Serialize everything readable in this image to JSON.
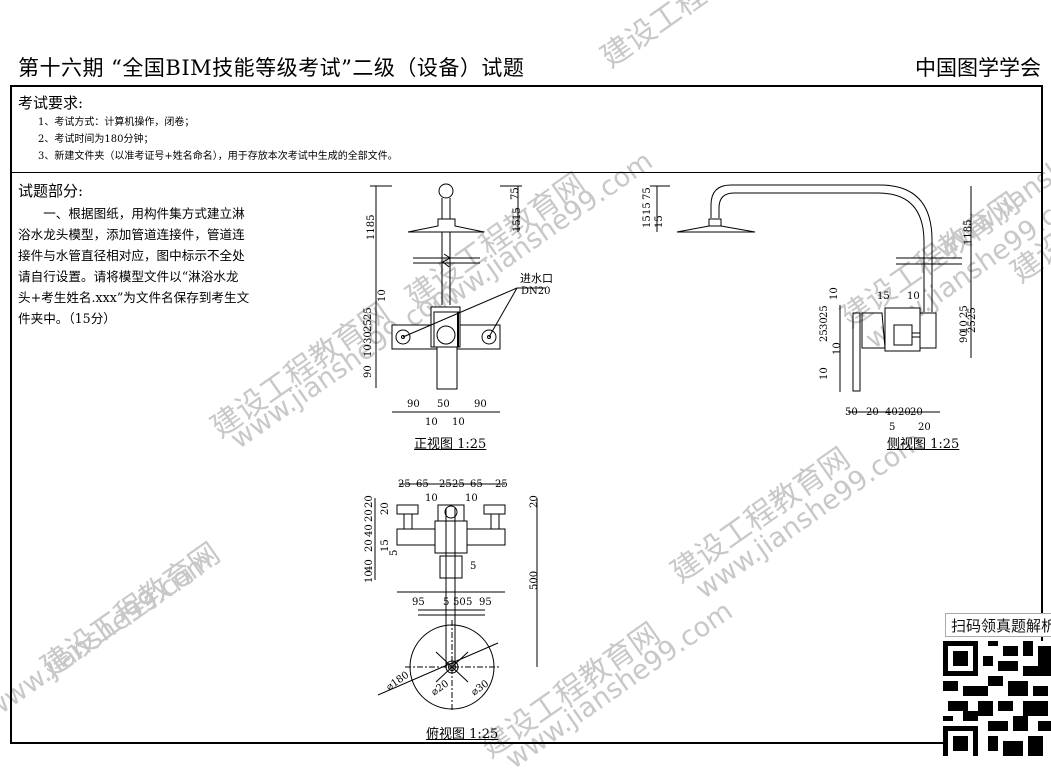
{
  "header": {
    "title": "第十六期 “全国BIM技能等级考试”二级（设备）试题",
    "organization": "中国图学学会"
  },
  "requirements": {
    "heading": "考试要求:",
    "items": [
      "1、考试方式：计算机操作，闭卷；",
      "2、考试时间为180分钟；",
      "3、新建文件夹（以准考证号+姓名命名），用于存放本次考试中生成的全部文件。"
    ]
  },
  "question": {
    "heading": "试题部分:",
    "text": "一、根据图纸，用构件集方式建立淋浴水龙头模型，添加管道连接件，管道连接件与水管直径相对应，图中标示不全处请自行设置。请将模型文件以“淋浴水龙头+考生姓名.xxx”为文件名保存到考生文件夹中。（15分）"
  },
  "drawings": {
    "front_view": {
      "title": "正视图 1:25",
      "inlet_label": "进水口",
      "inlet_size": "DN20",
      "dims": [
        "1185",
        "10",
        "25",
        "25",
        "30",
        "10",
        "90",
        "75",
        "15",
        "15",
        "90",
        "50",
        "90",
        "10",
        "10"
      ]
    },
    "side_view": {
      "title": "侧视图 1:25",
      "dims": [
        "75",
        "15",
        "15",
        "15",
        "1185",
        "15",
        "10",
        "10",
        "25",
        "30",
        "25",
        "25",
        "10",
        "90",
        "25",
        "25",
        "10",
        "10",
        "50",
        "20",
        "40",
        "20",
        "20",
        "5",
        "20"
      ]
    },
    "top_view": {
      "title": "俯视图 1:25",
      "dims": [
        "25",
        "65",
        "25",
        "25",
        "65",
        "25",
        "10",
        "10",
        "20",
        "20",
        "20",
        "40",
        "20",
        "15",
        "40",
        "10",
        "5",
        "5",
        "95",
        "5",
        "50",
        "5",
        "95",
        "20",
        "500",
        "⌀180",
        "⌀20",
        "⌀30"
      ]
    }
  },
  "watermark": {
    "cn": "建设工程教育网",
    "url": "www.jianshe99.com"
  },
  "qr": {
    "label": "扫码领真题解析"
  },
  "colors": {
    "ink": "#000000",
    "watermark": "#c8c8c8"
  }
}
